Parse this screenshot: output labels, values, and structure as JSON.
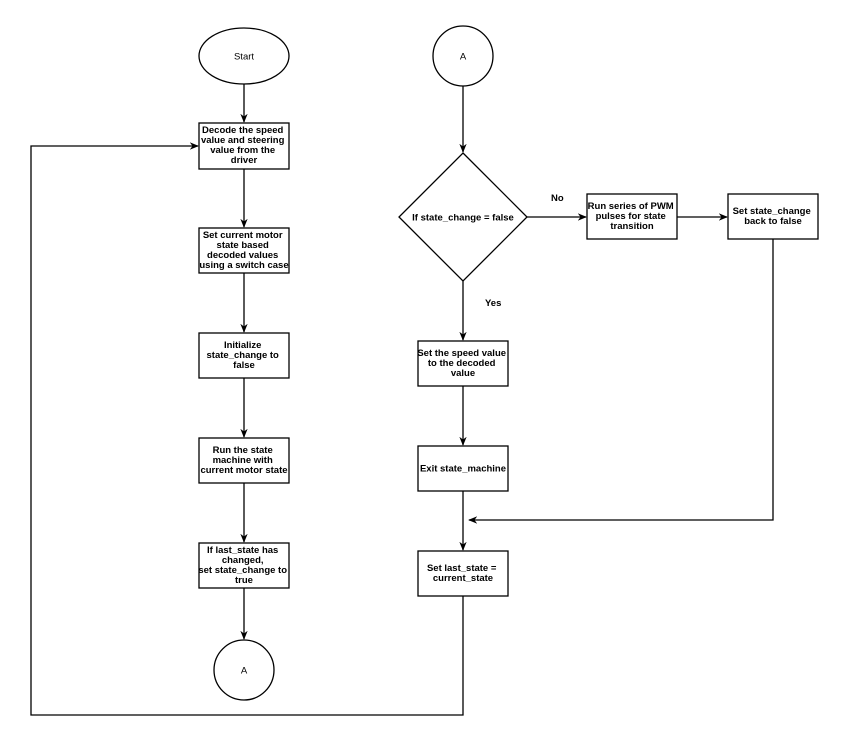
{
  "nodes": {
    "start": "Start",
    "decode": [
      "Decode the speed",
      "value and steering",
      "value from the",
      "driver"
    ],
    "set_state": [
      "Set current motor",
      "state based",
      "decoded values",
      "using a switch case"
    ],
    "init": [
      "Initialize",
      "state_change to",
      "false"
    ],
    "run_sm": [
      "Run the state",
      "machine with",
      "current motor state"
    ],
    "if_last": [
      "If last_state has",
      "changed,",
      "set state_change to",
      "true"
    ],
    "connector_bottom": "A",
    "connector_top": "A",
    "decision": "If state_change = false",
    "pwm": [
      "Run series of PWM",
      "pulses for state",
      "transition"
    ],
    "set_back": [
      "Set state_change",
      "back to false"
    ],
    "set_speed": [
      "Set the speed value",
      "to the decoded",
      "value"
    ],
    "exit": "Exit state_machine",
    "set_last": [
      "Set last_state =",
      "current_state"
    ]
  },
  "edge_labels": {
    "no": "No",
    "yes": "Yes"
  },
  "colors": {
    "stroke": "#000000",
    "fill": "#ffffff",
    "text": "#000000"
  }
}
